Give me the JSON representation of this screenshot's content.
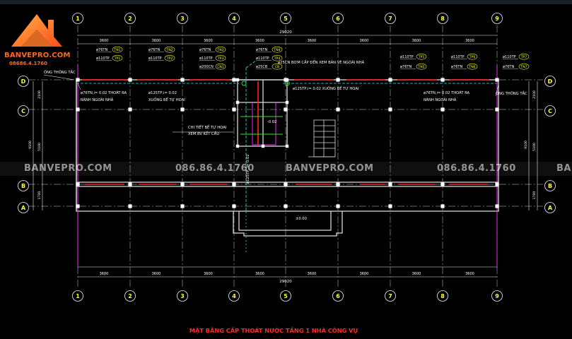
{
  "title": "MẶT BẰNG CẤP THOÁT NƯỚC TẦNG 1 NHÀ CÔNG VỤ",
  "logo": {
    "brand": "BANVEPRO.COM",
    "phone": "08686.4.1760"
  },
  "watermarks": [
    "BANVEPRO.COM",
    "086.86.4.1760",
    "BANVEPRO.COM",
    "086.86.4.1760",
    "BANVEPRO.COM"
  ],
  "col_labels": [
    "1",
    "2",
    "3",
    "4",
    "5",
    "6",
    "7",
    "8",
    "9"
  ],
  "row_labels": [
    "D",
    "C",
    "B",
    "A"
  ],
  "total_dim": "29020",
  "bay_dims": [
    "3600",
    "3600",
    "3600",
    "3600",
    "3600",
    "3600",
    "3600",
    "3600"
  ],
  "row_dims": [
    "2100",
    "5100",
    "1700"
  ],
  "row_total": "9100",
  "elev": "±0.00",
  "elev2": "-0.02",
  "vent_left": "ỐNG THÔNG TẮC",
  "vent_right": "ỐNG THÔNG TẮC",
  "pipe_tags": [
    {
      "t": "ø76TN",
      "c": "TN1"
    },
    {
      "t": "ø110TP",
      "c": "TP1"
    },
    {
      "t": "ø76TN",
      "c": "TN2"
    },
    {
      "t": "ø110TP",
      "c": "TP2"
    },
    {
      "t": "ø76TN",
      "c": "TN3"
    },
    {
      "t": "ø110TP",
      "c": "TP3"
    },
    {
      "t": "ø200CN",
      "c": "CN1"
    },
    {
      "t": "ø76TN",
      "c": "TN4"
    },
    {
      "t": "ø110TP",
      "c": "TP4"
    },
    {
      "t": "ø25CB",
      "c": "CB"
    },
    {
      "t": "ø110TP",
      "c": "TP5"
    },
    {
      "t": "ø76TN",
      "c": "TN5"
    },
    {
      "t": "ø110TP",
      "c": "TP6"
    },
    {
      "t": "ø76TN",
      "c": "TN6"
    },
    {
      "t": "ø110TP",
      "c": "TP7"
    },
    {
      "t": "ø76TN",
      "c": "TN7"
    }
  ],
  "notes": {
    "pump": "ø25CN BƠM CẤP ĐẾN XEM BẢN VẼ NGOÀI NHÀ",
    "drain_left_1": "ø76TN,i= 0.02 THOÁT RA",
    "drain_left_2": "RÃNH NGOÀI NHÀ",
    "septic_1": "ø125TP,i= 0.02",
    "septic_2": "XUỐNG BỂ TỰ HOẠI",
    "septic_mid": "ø125TP,i= 0.02 XUỐNG BỂ TỰ HOẠI",
    "drain_right_1": "ø76TN,i= 0.02 THOÁT RA",
    "drain_right_2": "RÃNH NGOÀI NHÀ",
    "detail_1": "CHI TIẾT BỂ TỰ HOẠI",
    "detail_2": "XEM BV KẾT CẤU",
    "vertical": "ø125TP, i= 0.02"
  },
  "colors": {
    "grid": "#e8e8e8",
    "dim": "#e8e8e8",
    "axis_bubble": "#f2f2f2",
    "axis_text": "#ffff40",
    "axis_ring": "#36e13b",
    "wall": "#d8d8d8",
    "pipe_red": "#ff2020",
    "pipe_cyan": "#38e0e8",
    "column": "#ffffff",
    "tag_text": "#ffffff",
    "tag_circle": "#ffff40",
    "title": "#ff2a2a",
    "magenta": "#ff30ff"
  }
}
